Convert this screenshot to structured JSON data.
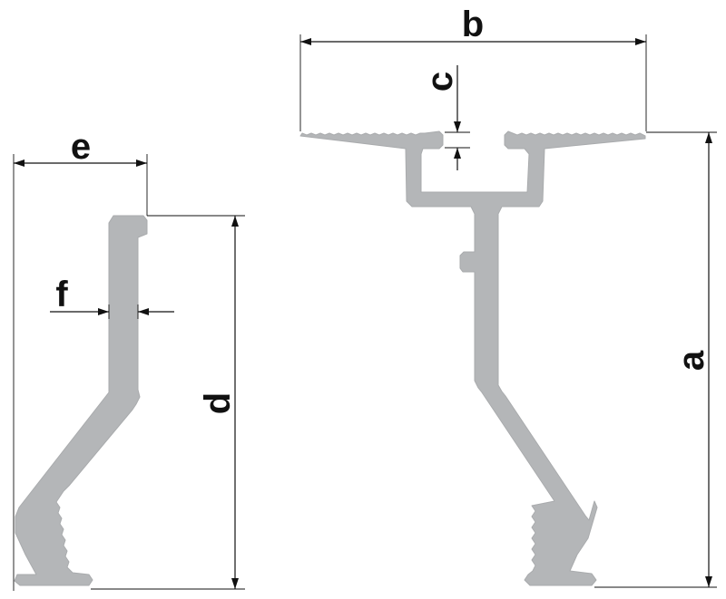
{
  "diagram": {
    "labels": {
      "a": "a",
      "b": "b",
      "c": "c",
      "d": "d",
      "e": "e",
      "f": "f"
    },
    "colors": {
      "profile_fill": "#b4b6b8",
      "line": "#111111",
      "background": "#ffffff"
    }
  }
}
